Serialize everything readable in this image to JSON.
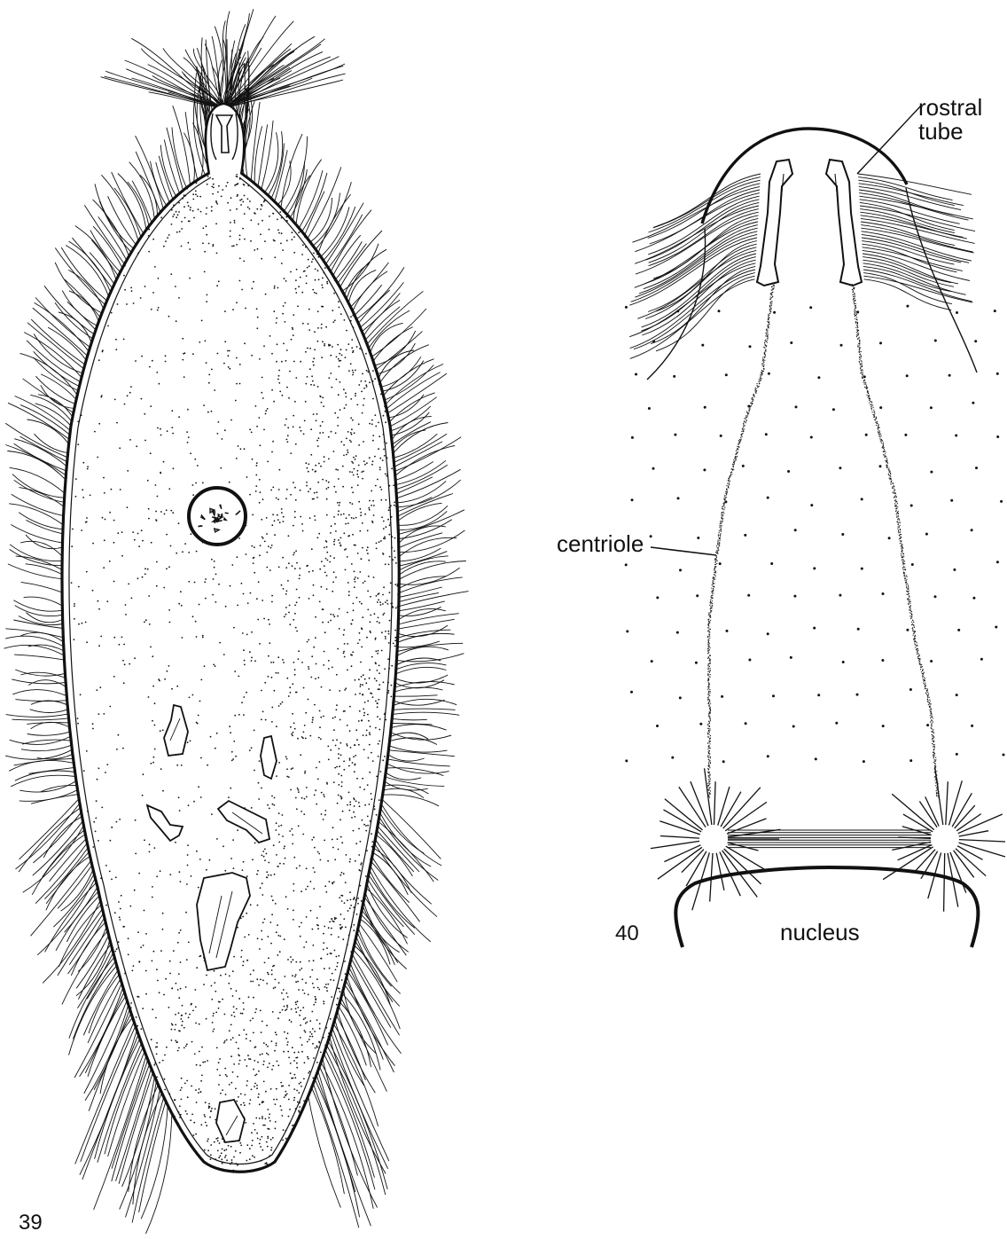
{
  "figures": [
    {
      "number": "39"
    },
    {
      "number": "40"
    }
  ],
  "labels": {
    "rostral": "rostral",
    "tube": "tube",
    "centriole": "centriole",
    "nucleus": "nucleus"
  },
  "colors": {
    "ink": "#111111",
    "paper": "#ffffff"
  }
}
